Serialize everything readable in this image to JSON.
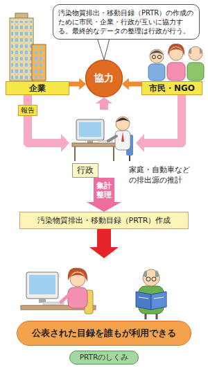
{
  "diagram": {
    "caption": "PRTRのしくみ",
    "nodes": [
      {
        "text": [
          "汚染物質排出・移動目録（PRTR）の作成のために市民・企業・行政が互いに協力する。最終的なデータの整理は行政が行う。"
        ]
      },
      {
        "text": [
          "企業"
        ]
      },
      {
        "text": [
          "協力"
        ]
      },
      {
        "text": [
          "市民・NGO"
        ]
      },
      {
        "text": [
          "行政"
        ]
      },
      {
        "text": [
          "汚染物質排出・移動目録（PRTR）作成"
        ]
      },
      {
        "text": [
          "公表された目録を誰もが利用できる"
        ]
      }
    ],
    "edges": [
      {
        "from": 1,
        "to": 2,
        "arrow": "to"
      },
      {
        "from": 3,
        "to": 2,
        "arrow": "to"
      },
      {
        "from": 4,
        "to": 2,
        "arrow": "to"
      },
      {
        "from": 1,
        "to": 4,
        "arrow": "to",
        "label": "報告"
      },
      {
        "from": 3,
        "to": 4,
        "arrow": "to"
      },
      {
        "from": 4,
        "to": 5,
        "arrow": "to",
        "label": "集計 整理"
      },
      {
        "from": 5,
        "to": 6,
        "arrow": "to"
      }
    ],
    "labels": [
      "家庭・自動車などの排出源の推計"
    ]
  }
}
